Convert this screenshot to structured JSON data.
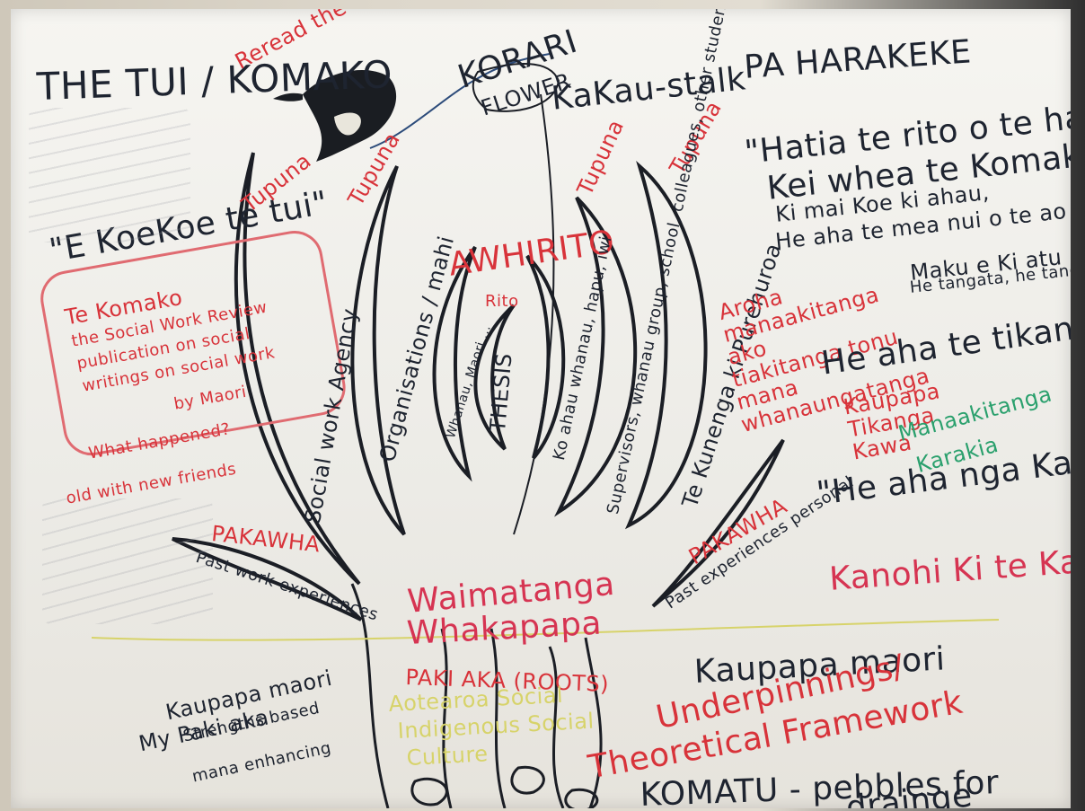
{
  "poster": {
    "tui_header": "THE TUI / KOMAKO",
    "tui_notes_1": "Reread the Komako",
    "korari": "KORARI",
    "flower": "FLOWER",
    "kakau": "KaKau-stalk",
    "pa_harakeke": "PA HARAKEKE",
    "koekoe": "\"E KoeKoe te tui\"",
    "komako_box_1": "Te Komako",
    "komako_box_2": "the Social Work Review",
    "komako_box_3": "publication on social",
    "komako_box_4": "writings on social work",
    "komako_box_5": "by Maori",
    "what_happened": "What happened?",
    "friends": "old with new friends",
    "tupuna_left": "Tupuna",
    "tupuna_mid": "Tupuna",
    "tupuna_right1": "Tupuna",
    "tupuna_right2": "Tupuna",
    "awhirito": "AWHIRITO",
    "rito": "Rito",
    "thesis": "THESIS",
    "leaf_agency": "Social work Agency",
    "leaf_org": "Organisations / mahi",
    "leaf_whanau": "Whanau, Maori ...",
    "leaf_home": "Ko ahau whanau, hapu, iwi",
    "leaf_super": "Supervisors, whanau group, school, colleagues, other students",
    "leaf_kura": "Te Kunenga ki Purehuroa",
    "pakawha_left": "PAKAWHA",
    "past_work": "Past work experiences",
    "pakawha_right": "PAKAWHA",
    "past_exp": "Past experiences personal",
    "waimatanga": "Waimatanga",
    "whakapapa": "Whakapapa",
    "paki_aka": "PAKI AKA (ROOTS)",
    "kaupapa_maori": "Kaupapa maori",
    "aotearoa": "Aotearoa Social",
    "indigenous": "Indigenous Social",
    "culture": "Culture",
    "underpinnings": "Underpinnings/",
    "theoretical": "Theoretical Framework",
    "komatu": "KOMATU - pebbles for",
    "drainage": "drainge",
    "my_paki": "My Paki aka",
    "kaupapa_l": "Kaupapa maori",
    "strengths": "Strengths based",
    "mana": "mana enhancing",
    "hatia_1": "\"Hatia te rito o te harakeke",
    "hatia_2": "Kei whea te Komako e ko?",
    "hatia_3": "Ki mai Koe ki ahau,",
    "hatia_4": "He aha te mea nui o te ao",
    "maku": "Maku e Ki atu",
    "he_tangata": "He tangata, he tangata, he tangata",
    "values_1": "Aroha",
    "values_2": "manaakitanga",
    "values_3": "ako",
    "values_4": "tiakitanga tonu",
    "values_5": "mana",
    "values_6": "whanaungatanga",
    "tikanga": "He aha te tikanga.",
    "kaupapa_r": "Kaupapa",
    "tikanga_r": "Tikanga",
    "kawa": "Kawa",
    "manaakitanga": "Manaakitanga",
    "karakia": "Karakia",
    "kapa": "\"He aha nga Kapa.",
    "kanohi": "Kanohi Ki te Kanohi"
  }
}
